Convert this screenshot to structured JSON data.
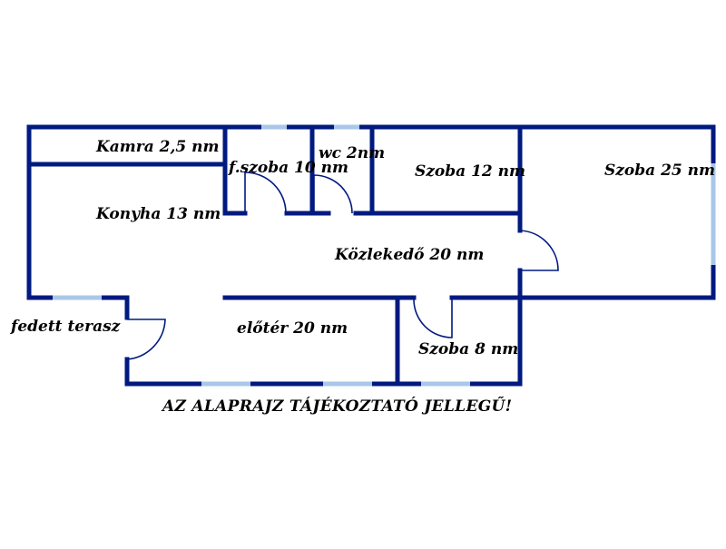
{
  "rooms": {
    "kamra": "Kamra 2,5 nm",
    "fszoba": "f.szoba 10 nm",
    "wc": "wc 2nm",
    "szoba12": "Szoba 12 nm",
    "szoba25": "Szoba 25 nm",
    "konyha": "Konyha 13 nm",
    "kozlekedo": "Közlekedő 20 nm",
    "terasz": "fedett terasz",
    "eloter": "előtér 20 nm",
    "szoba8": "Szoba 8 nm"
  },
  "disclaimer": "AZ ALAPRAJZ TÁJÉKOZTATÓ JELLEGŰ!",
  "colors": {
    "wall": "#001a80",
    "window": "#a9c7e8",
    "text": "#000000",
    "background": "#ffffff"
  }
}
